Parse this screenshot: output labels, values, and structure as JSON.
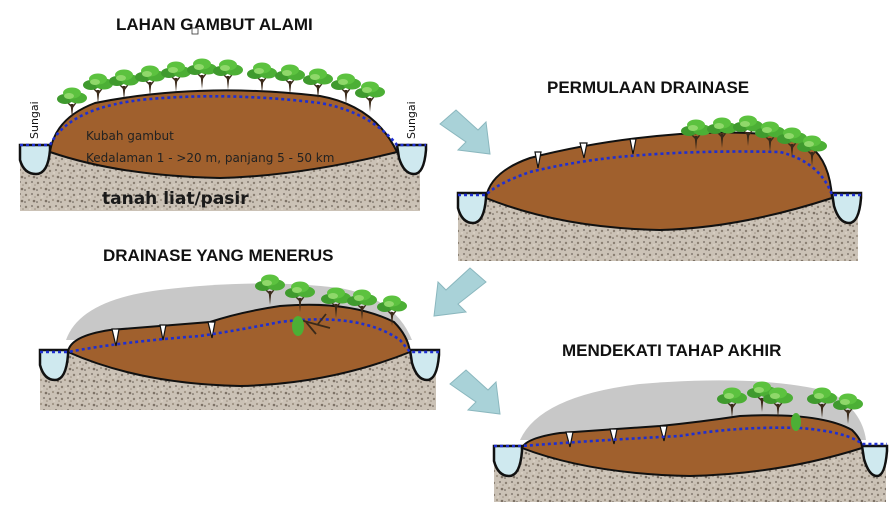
{
  "panels": [
    {
      "title": "LAHAN GAMBUT ALAMI",
      "river_left": "Sungai",
      "river_right": "Sungai",
      "dome_label": "Kubah gambut",
      "dimension_label": "Kedalaman 1 - >20 m, panjang 5 - 50 km",
      "substrate_label": "tanah liat/pasir"
    },
    {
      "title": "PERMULAAN DRAINASE"
    },
    {
      "title": "DRAINASE YANG MENERUS"
    },
    {
      "title": "MENDEKATI TAHAP AKHIR"
    }
  ],
  "colors": {
    "peat": "#a0602d",
    "peat_dark": "#7a4a22",
    "gravel": "#c9bfb3",
    "water": "#cfe9ef",
    "water_table": "#1f2fd0",
    "lost_peat": "#c8c8c8",
    "arrow": "#a9d2d8",
    "tree_green": "#3f9a2e",
    "trunk": "#3b2a1a"
  },
  "icons": [
    "tree-icon",
    "arrow-right-down-icon",
    "arrow-left-down-icon",
    "arrow-right-down-icon"
  ]
}
